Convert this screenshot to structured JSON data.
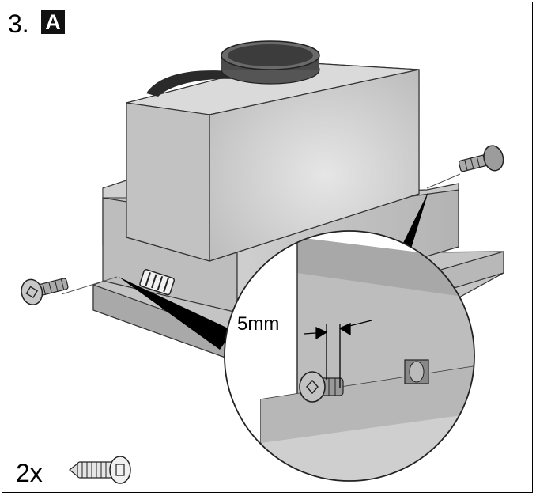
{
  "step": {
    "number": "3.",
    "variant": "A"
  },
  "dimension_label": "5mm",
  "quantity_label": "2x",
  "colors": {
    "hood_light": "#d9d9d9",
    "hood_mid": "#bdbdbd",
    "hood_dark": "#9a9a9a",
    "outline": "#333333"
  }
}
